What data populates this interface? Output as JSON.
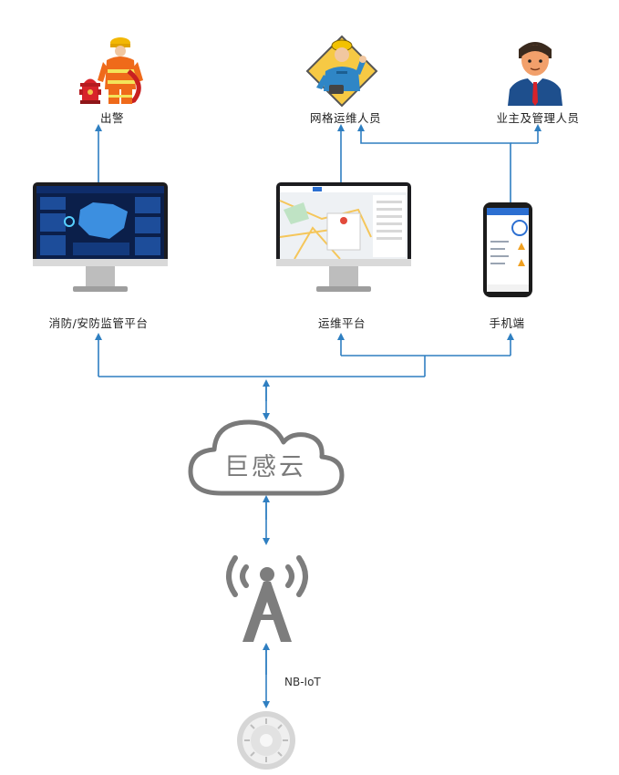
{
  "nodes": {
    "dispatch": "出警",
    "grid_staff": "网格运维人员",
    "owner_admin": "业主及管理人员",
    "fire_platform": "消防/安防监管平台",
    "ops_platform": "运维平台",
    "mobile": "手机端",
    "cloud": "巨感云",
    "protocol": "NB-IoT"
  },
  "colors": {
    "connector": "#2f7fc1",
    "cloud_stroke": "#7a7a7a",
    "tower": "#7d7d7d"
  },
  "icons": {
    "firefighter": "firefighter-icon",
    "hydrant": "fire-hydrant-icon",
    "worker": "maintenance-worker-icon",
    "manager": "manager-icon",
    "monitor_dashboard": "monitor-dashboard-icon",
    "monitor_map": "monitor-map-icon",
    "phone": "smartphone-icon",
    "cloud": "cloud-icon",
    "tower": "cell-tower-icon",
    "detector": "smoke-detector-icon"
  }
}
